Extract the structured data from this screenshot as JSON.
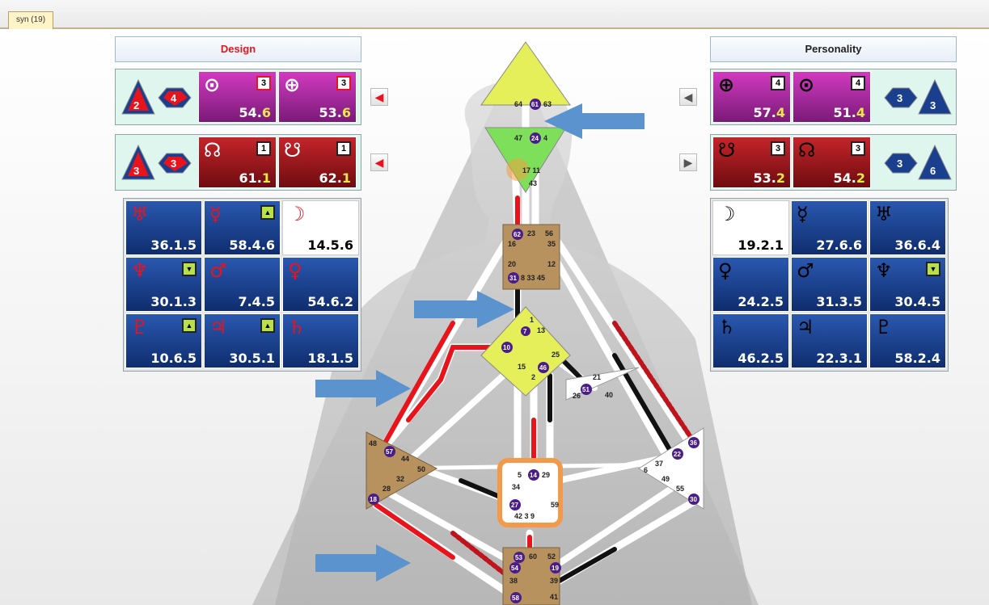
{
  "tab": {
    "label": "syn (19)"
  },
  "design": {
    "header": "Design",
    "row1": {
      "shapes": [
        "2",
        "4"
      ],
      "cells": [
        {
          "symbol": "⊙",
          "badge": "3",
          "value_main": "54.",
          "value_dec": "6"
        },
        {
          "symbol": "⊕",
          "badge": "3",
          "value_main": "53.",
          "value_dec": "6"
        }
      ]
    },
    "row2": {
      "shapes": [
        "3",
        "3"
      ],
      "cells": [
        {
          "symbol": "☊",
          "badge": "1",
          "value_main": "61.",
          "value_dec": "1"
        },
        {
          "symbol": "☋",
          "badge": "1",
          "value_main": "62.",
          "value_dec": "1"
        }
      ]
    },
    "planets": [
      {
        "symbol": "♅",
        "value": "36.1.5",
        "badge": ""
      },
      {
        "symbol": "☿",
        "value": "58.4.6",
        "badge": "▲"
      },
      {
        "symbol": "☽",
        "value": "14.5.6",
        "badge": ""
      },
      {
        "symbol": "♆",
        "value": "30.1.3",
        "badge": "▼"
      },
      {
        "symbol": "♂",
        "value": "7.4.5",
        "badge": ""
      },
      {
        "symbol": "♀",
        "value": "54.6.2",
        "badge": ""
      },
      {
        "symbol": "♇",
        "value": "10.6.5",
        "badge": "▲"
      },
      {
        "symbol": "♃",
        "value": "30.5.1",
        "badge": "▲"
      },
      {
        "symbol": "♄",
        "value": "18.1.5",
        "badge": ""
      }
    ]
  },
  "personality": {
    "header": "Personality",
    "row1": {
      "cells": [
        {
          "symbol": "⊕",
          "badge": "4",
          "value_main": "57.",
          "value_dec": "4"
        },
        {
          "symbol": "⊙",
          "badge": "4",
          "value_main": "51.",
          "value_dec": "4"
        }
      ],
      "shapes": [
        "3",
        "3"
      ]
    },
    "row2": {
      "cells": [
        {
          "symbol": "☋",
          "badge": "3",
          "value_main": "53.",
          "value_dec": "2"
        },
        {
          "symbol": "☊",
          "badge": "3",
          "value_main": "54.",
          "value_dec": "2"
        }
      ],
      "shapes": [
        "3",
        "6"
      ]
    },
    "planets": [
      {
        "symbol": "☽",
        "value": "19.2.1",
        "badge": ""
      },
      {
        "symbol": "☿",
        "value": "27.6.6",
        "badge": ""
      },
      {
        "symbol": "♅",
        "value": "36.6.4",
        "badge": ""
      },
      {
        "symbol": "♀",
        "value": "24.2.5",
        "badge": ""
      },
      {
        "symbol": "♂",
        "value": "31.3.5",
        "badge": ""
      },
      {
        "symbol": "♆",
        "value": "30.4.5",
        "badge": "▼"
      },
      {
        "symbol": "♄",
        "value": "46.2.5",
        "badge": ""
      },
      {
        "symbol": "♃",
        "value": "22.3.1",
        "badge": ""
      },
      {
        "symbol": "♇",
        "value": "58.2.4",
        "badge": ""
      }
    ]
  },
  "colors": {
    "design_red": "#e8141c",
    "gate_purple": "#4b1d8a",
    "planet_blue": "#1b3f8f",
    "center_yellow": "#e4ef5a",
    "center_brown": "#b8925e"
  },
  "gates": {
    "head": [
      "64",
      "61",
      "63"
    ],
    "ajna": [
      "47",
      "24",
      "4",
      "17",
      "11",
      "43"
    ],
    "throat": [
      "62",
      "23",
      "56",
      "16",
      "35",
      "20",
      "12",
      "31",
      "8",
      "33",
      "45"
    ],
    "g": [
      "1",
      "7",
      "13",
      "10",
      "15",
      "2",
      "46",
      "25"
    ],
    "ego": [
      "21",
      "51",
      "26",
      "40"
    ],
    "spleen": [
      "48",
      "57",
      "44",
      "50",
      "32",
      "28",
      "18"
    ],
    "sacral": [
      "5",
      "14",
      "29",
      "34",
      "27",
      "59",
      "42",
      "3",
      "9"
    ],
    "solar": [
      "36",
      "22",
      "37",
      "6",
      "49",
      "55",
      "30"
    ],
    "root": [
      "53",
      "60",
      "52",
      "54",
      "19",
      "38",
      "39",
      "58",
      "41"
    ]
  }
}
